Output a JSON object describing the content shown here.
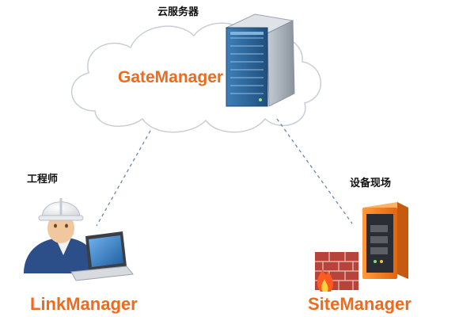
{
  "colors": {
    "accent": "#ef6a1c",
    "cloud_stroke": "#c9ced6",
    "link_line": "#6a87a8",
    "server_blue": "#2f6fa3",
    "device_orange": "#f07b1a",
    "firewall_red": "#b8433a"
  },
  "icons": {
    "cloud": "cloud-icon",
    "server": "server-rack-icon",
    "engineer": "engineer-with-laptop-icon",
    "firewall": "firewall-icon",
    "device": "site-router-device-icon"
  },
  "labels": {
    "cloud_server": "云服务器",
    "engineer": "工程师",
    "site": "设备现场"
  },
  "products": {
    "gate": "GateManager",
    "link": "LinkManager",
    "site": "SiteManager"
  }
}
